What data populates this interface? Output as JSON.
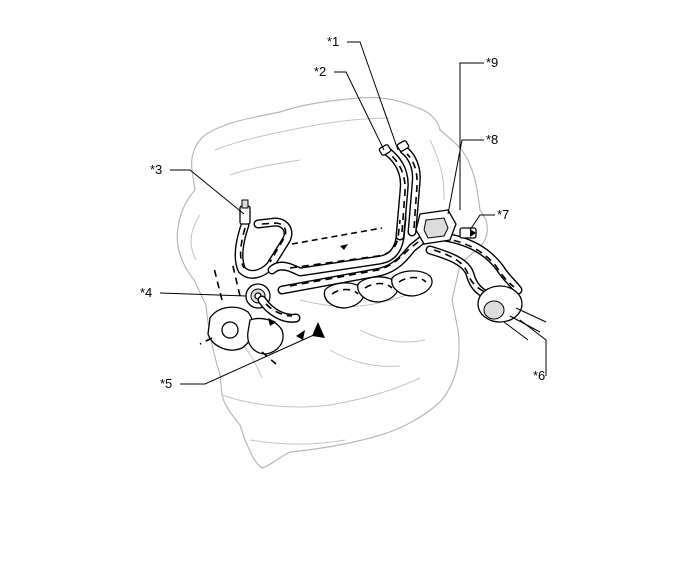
{
  "callouts": [
    {
      "id": "1",
      "label": "*1"
    },
    {
      "id": "2",
      "label": "*2"
    },
    {
      "id": "3",
      "label": "*3"
    },
    {
      "id": "4",
      "label": "*4"
    },
    {
      "id": "5",
      "label": "*5"
    },
    {
      "id": "6",
      "label": "*6"
    },
    {
      "id": "7",
      "label": "*7"
    },
    {
      "id": "8",
      "label": "*8"
    },
    {
      "id": "9",
      "label": "*9"
    }
  ],
  "colors": {
    "ink": "#000000",
    "engine_outline": "#b8b8b8",
    "background": "#ffffff"
  },
  "icons": {
    "flow_arrow": "flow-arrow-icon"
  }
}
